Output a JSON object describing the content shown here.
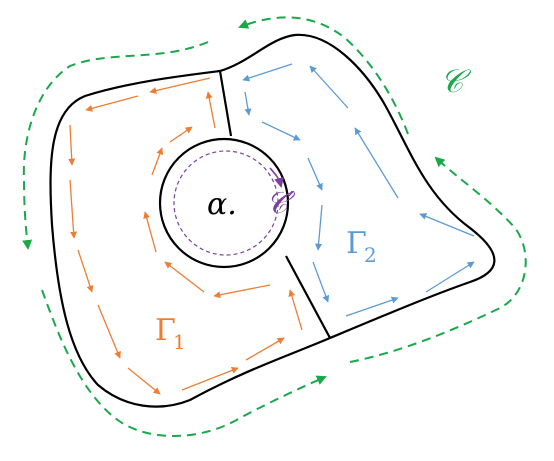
{
  "labels": {
    "point": "α.",
    "outer_contour": "𝒞",
    "inner_contour": "𝒞′",
    "region_1": "Γ",
    "region_1_sub": "1",
    "region_2": "Γ",
    "region_2_sub": "2"
  },
  "colors": {
    "outline": "#000000",
    "outer_contour": "#1aa84b",
    "inner_contour": "#7b3fa0",
    "region_1": "#ed7d31",
    "region_2": "#5b9bd5",
    "label_point": "#000000"
  }
}
